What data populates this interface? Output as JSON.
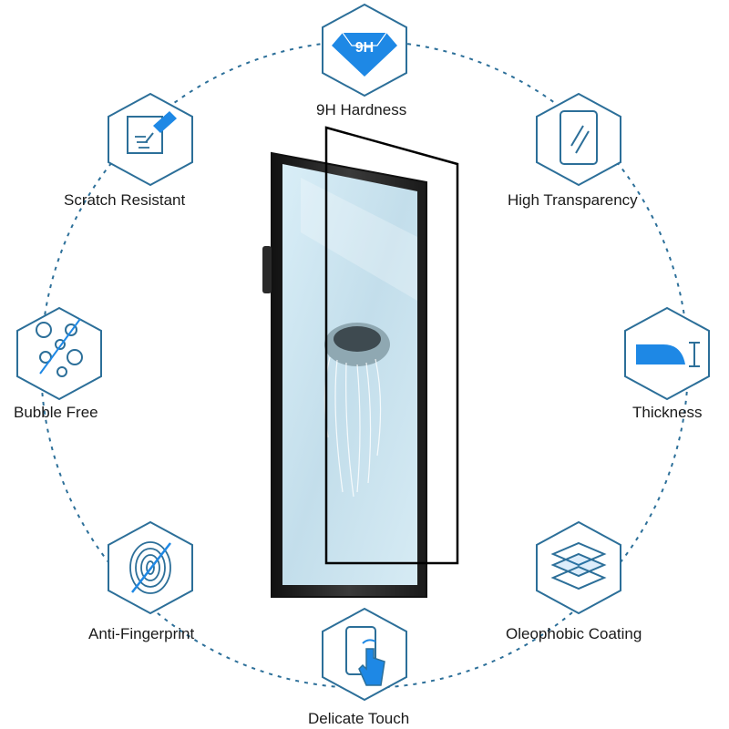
{
  "badge_text": "9H",
  "features": {
    "hardness": "9H Hardness",
    "transparency": "High Transparency",
    "thickness": "Thickness",
    "oleophobic": "Oleophobic Coating",
    "touch": "Delicate Touch",
    "fingerprint": "Anti-Fingerprint",
    "bubble": "Bubble Free",
    "scratch": "Scratch Resistant"
  },
  "colors": {
    "icon_blue": "#2c6f99",
    "accent_blue": "#1e88e5",
    "circle_dash": "#2c6f99",
    "screen_glass": "#cfe6f1",
    "phone_frame": "#262626",
    "protector_outline": "#000000"
  },
  "icons": [
    "diamond-9h-icon",
    "glass-panel-icon",
    "thickness-edge-icon",
    "layers-icon",
    "touch-phone-icon",
    "fingerprint-icon",
    "bubbles-icon",
    "scratch-tool-icon"
  ]
}
